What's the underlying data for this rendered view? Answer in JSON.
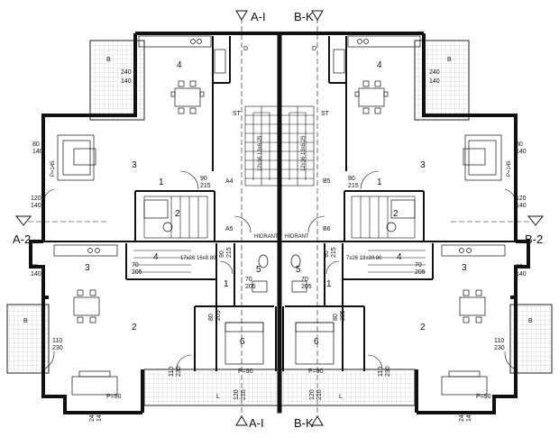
{
  "plan": {
    "section_marks": {
      "a1": "A-I",
      "b1": "B-K",
      "a2": "A-2",
      "b2": "B-2"
    },
    "room_numbers": {
      "r1": "1",
      "r2": "2",
      "r3": "3",
      "r4": "4",
      "r5": "5",
      "r6": "6"
    },
    "letters": {
      "balcony": "B",
      "dressing": "D",
      "stair": "ST",
      "loggia": "L"
    },
    "stair_labels": {
      "a4": "A4",
      "b5": "B5",
      "a5": "A5",
      "b6": "B6"
    },
    "stamps": {
      "hidrant": "HIDRANT"
    },
    "dimensions": {
      "d240_140": {
        "top": "240",
        "bottom": "140"
      },
      "d80_140": {
        "top": "80",
        "bottom": "140"
      },
      "d120_140": {
        "top": "120",
        "bottom": "140"
      },
      "d90_215": {
        "top": "90",
        "bottom": "215"
      },
      "d70_205": {
        "top": "70",
        "bottom": "205"
      },
      "d110_230": {
        "top": "110",
        "bottom": "230"
      },
      "d240_140v": {
        "top": "240",
        "bottom": "140"
      },
      "d80_205": {
        "top": "80",
        "bottom": "205"
      },
      "d120_210": {
        "top": "120",
        "bottom": "210"
      },
      "d90_215b": {
        "top": "90",
        "bottom": "215"
      },
      "p90": "P=90",
      "p145": "P=145",
      "stair_left": "17x26 16x8.80",
      "stair_right": "7x26 18x30.80",
      "stair_small": "12x36 13x6.25"
    }
  }
}
